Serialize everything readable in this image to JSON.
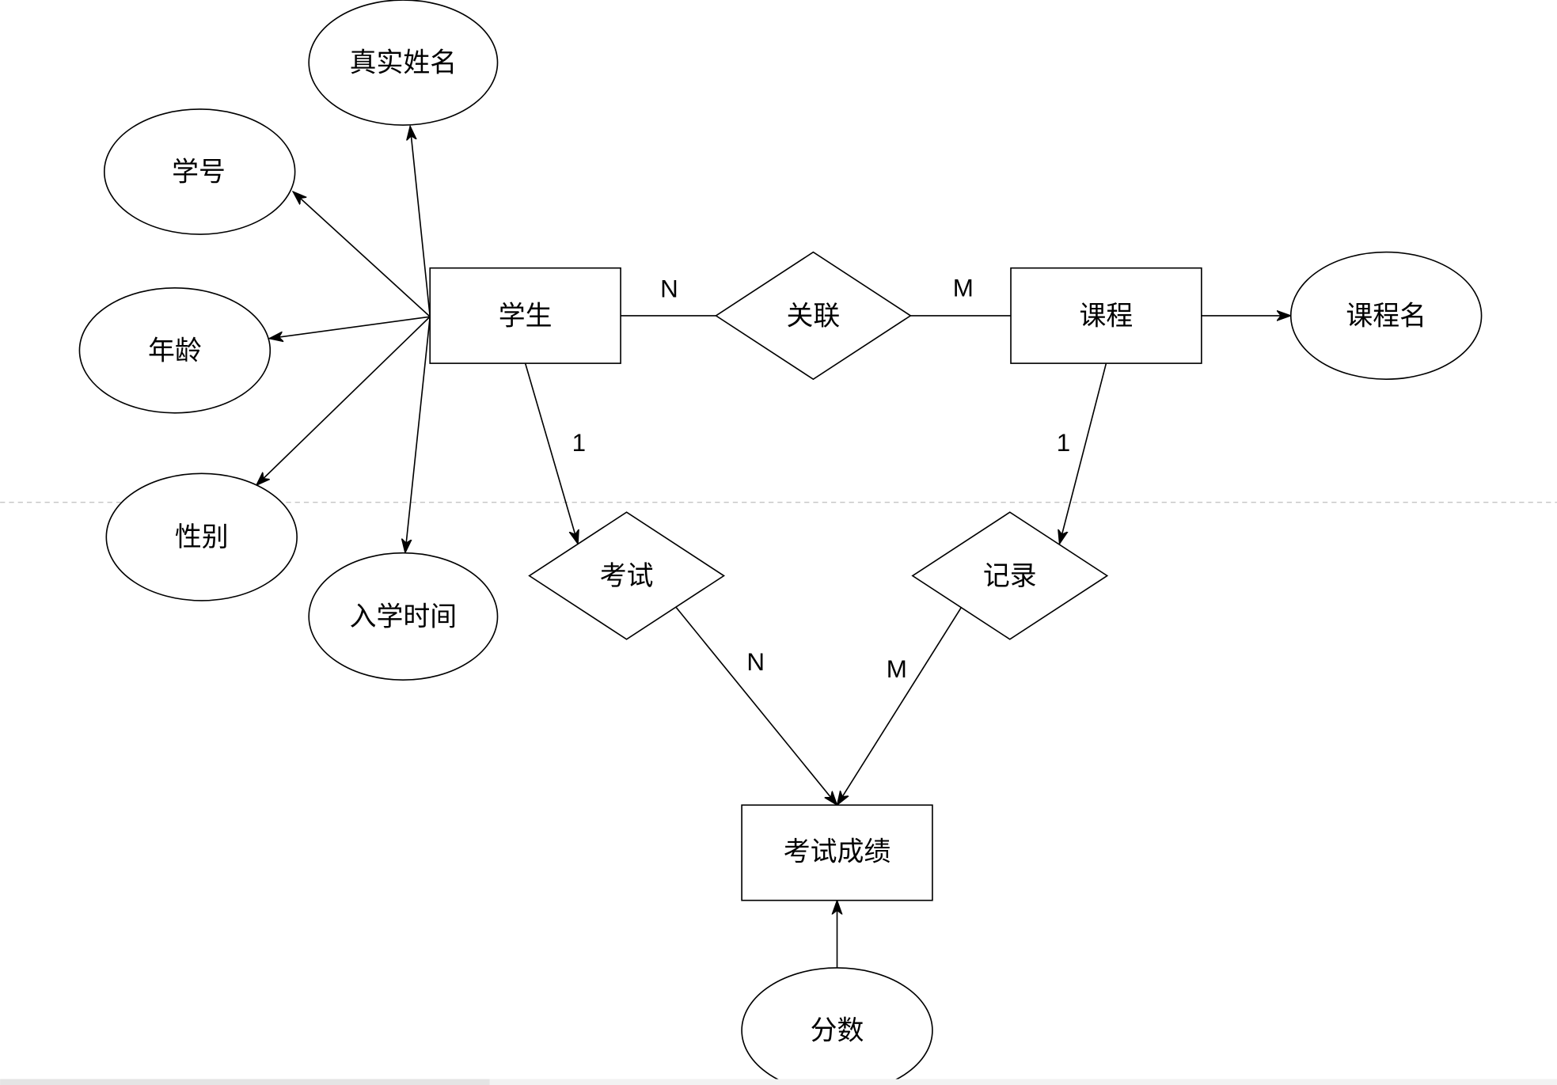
{
  "colors": {
    "background": "#ffffff",
    "stroke": "#000000",
    "fill": "#ffffff",
    "text": "#000000",
    "page_break": "#bfbfbf",
    "scrollbar_track": "#f2f2f2",
    "scrollbar_thumb": "#e4e4e4"
  },
  "entities": {
    "student": {
      "label": "学生"
    },
    "course": {
      "label": "课程"
    },
    "exam_score": {
      "label": "考试成绩"
    }
  },
  "relationships": {
    "association": {
      "label": "关联"
    },
    "exam": {
      "label": "考试"
    },
    "record": {
      "label": "记录"
    }
  },
  "attributes": {
    "real_name": "真实姓名",
    "student_id": "学号",
    "age": "年龄",
    "gender": "性别",
    "enroll_time": "入学时间",
    "course_name": "课程名",
    "score": "分数"
  },
  "cardinalities": {
    "student_association": "N",
    "course_association": "M",
    "student_exam": "1",
    "course_record": "1",
    "exam_to_score": "N",
    "record_to_score": "M"
  }
}
